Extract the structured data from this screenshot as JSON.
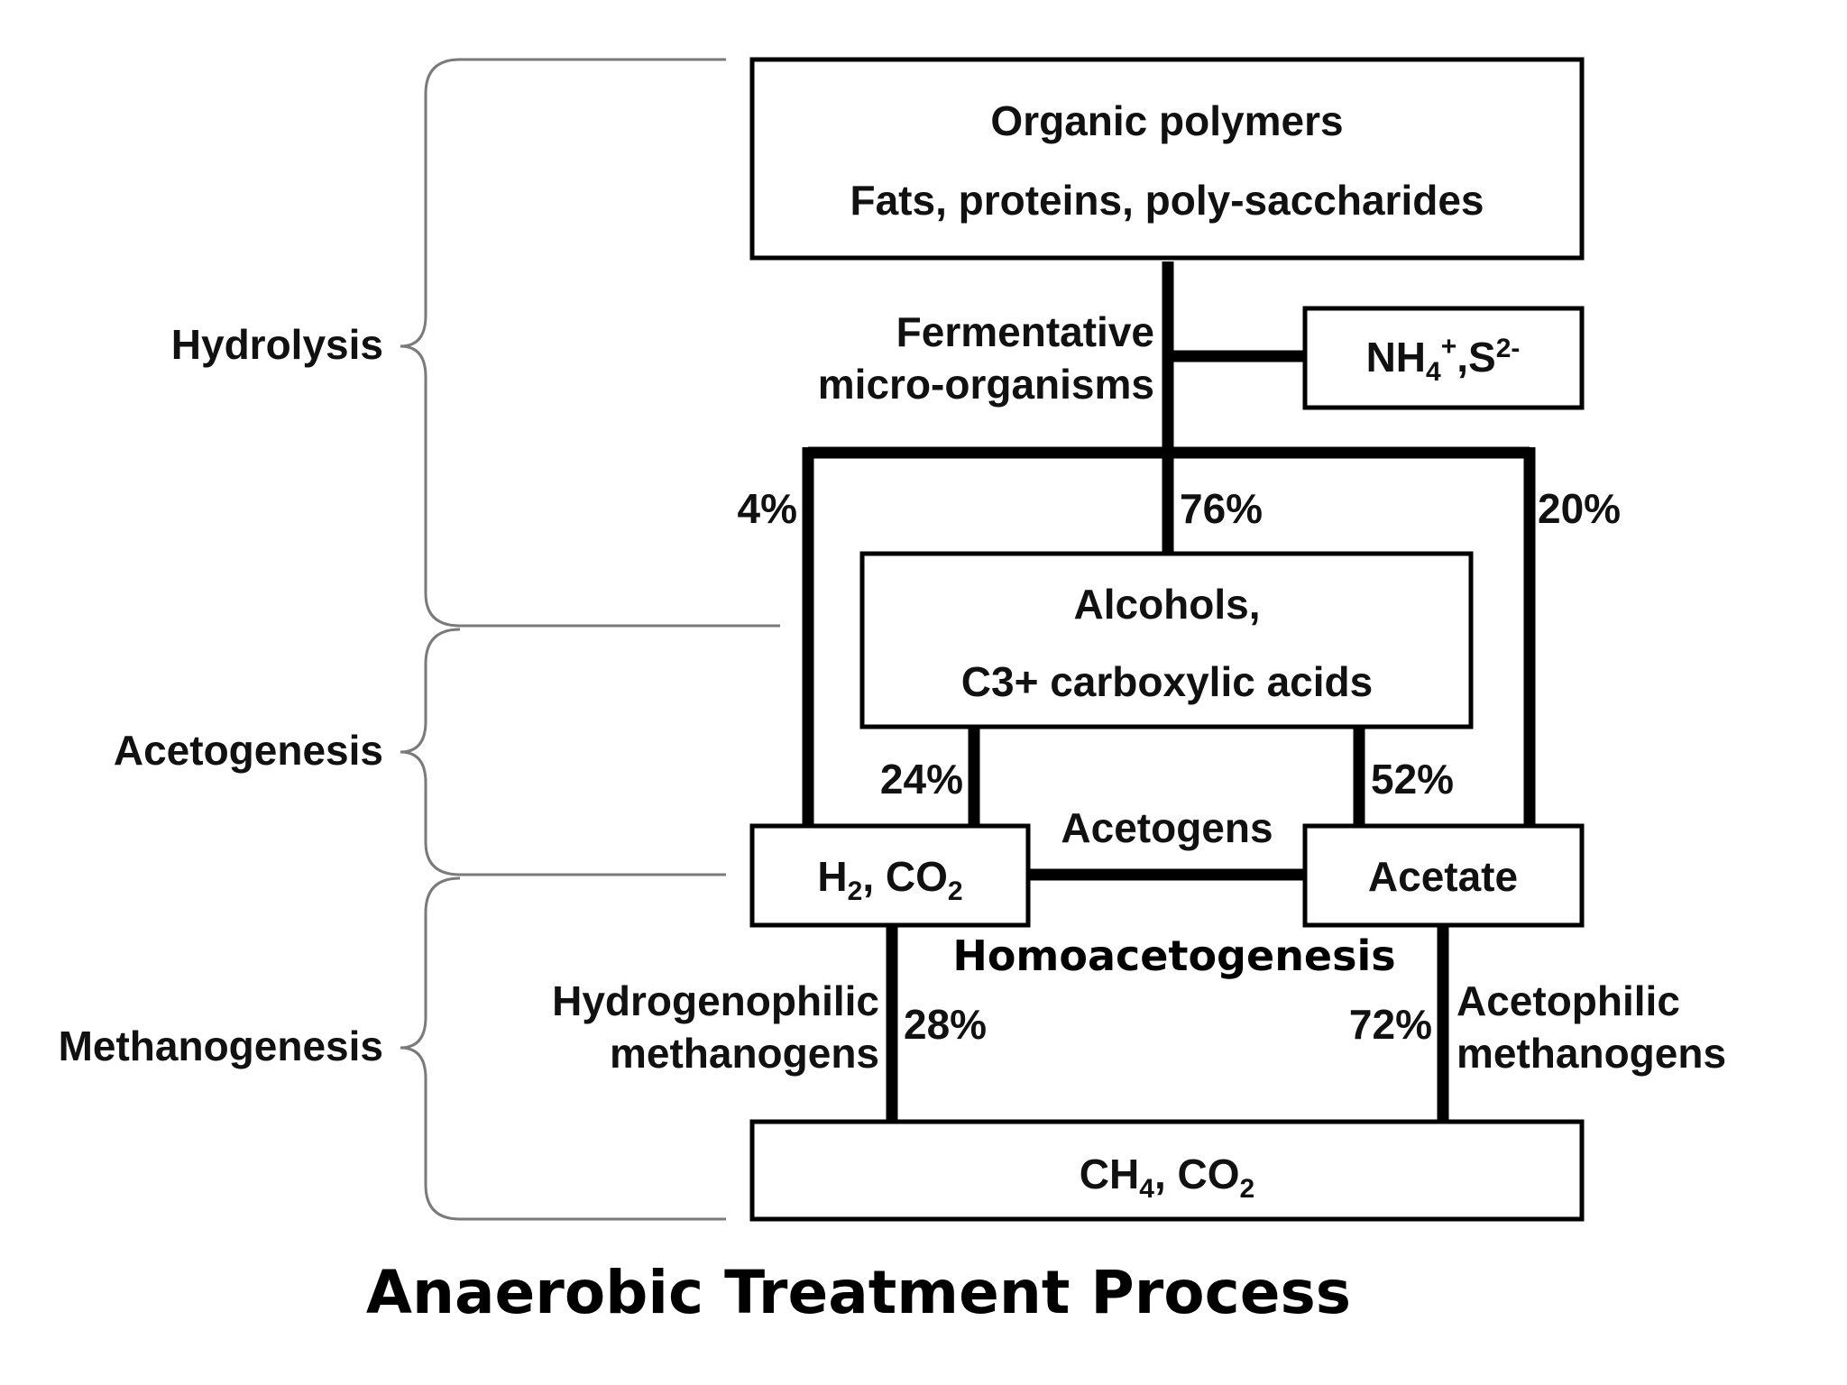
{
  "stages": {
    "hydrolysis": "Hydrolysis",
    "acetogenesis": "Acetogenesis",
    "methanogenesis": "Methanogenesis"
  },
  "boxes": {
    "organic_title": "Organic polymers",
    "organic_detail": "Fats, proteins, poly-saccharides",
    "nh4_main": "NH",
    "nh4_sub": "4",
    "nh4_sup": "+",
    "s_main": ",S",
    "s_sup": "2-",
    "alcohols_line1": "Alcohols,",
    "alcohols_line2": "C3+ carboxylic acids",
    "h2_h": "H",
    "h2_sub": "2",
    "h2_co": ", CO",
    "h2_co_sub": "2",
    "acetate": "Acetate",
    "ch4_ch": "CH",
    "ch4_sub": "4",
    "ch4_co": ", CO",
    "ch4_co_sub": "2"
  },
  "labels": {
    "fermentative_1": "Fermentative",
    "fermentative_2": "micro-organisms",
    "acetogens": "Acetogens",
    "homoacetogenesis": "Homoacetogenesis",
    "hydrogenophilic_1": "Hydrogenophilic",
    "hydrogenophilic_2": "methanogens",
    "acetophilic_1": "Acetophilic",
    "acetophilic_2": "methanogens"
  },
  "percentages": {
    "direct_h2": "4%",
    "to_alcohols": "76%",
    "direct_acetate": "20%",
    "alcohols_to_h2": "24%",
    "alcohols_to_acetate": "52%",
    "h2_to_ch4": "28%",
    "acetate_to_ch4": "72%"
  },
  "title": "Anaerobic Treatment Process"
}
